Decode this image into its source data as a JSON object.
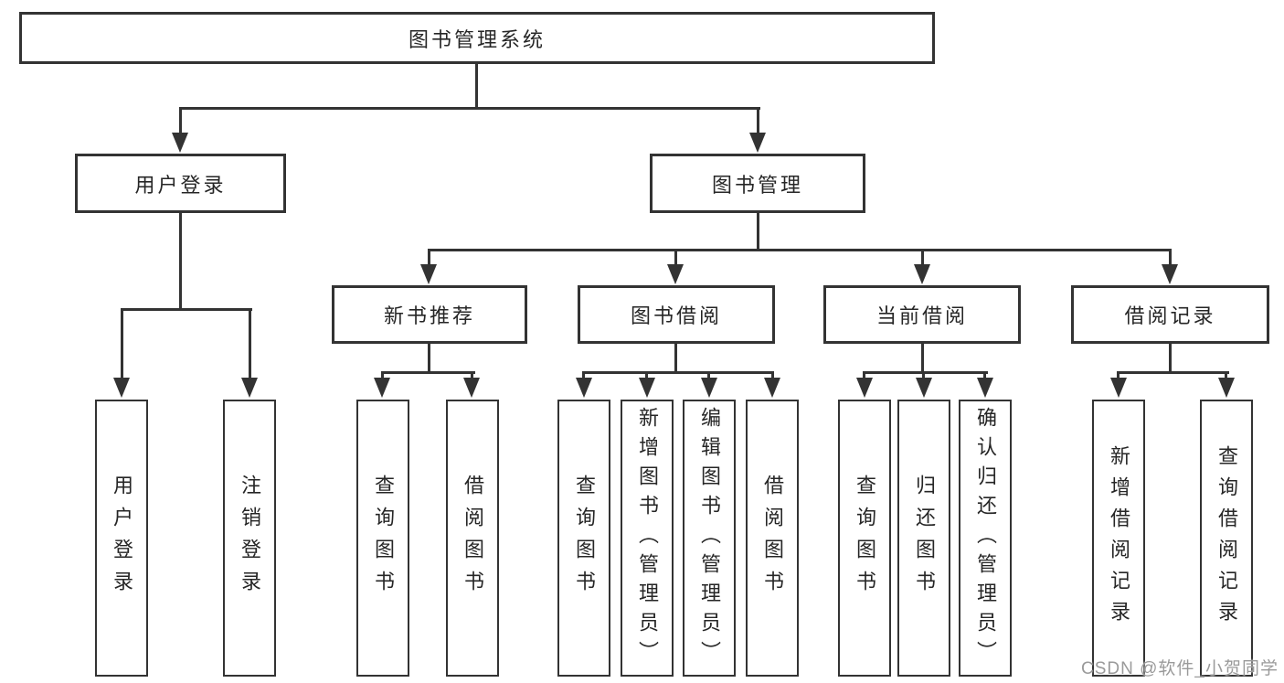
{
  "diagram": {
    "title": "图书管理系统",
    "level2": {
      "user_login": "用户登录",
      "book_management": "图书管理"
    },
    "level3": {
      "new_book_recommend": "新书推荐",
      "book_borrow": "图书借阅",
      "current_borrow": "当前借阅",
      "borrow_records": "借阅记录"
    },
    "leaves": {
      "user_login": [
        "用户登录",
        "注销登录"
      ],
      "new_book_recommend": [
        "查询图书",
        "借阅图书"
      ],
      "book_borrow": [
        "查询图书",
        "新增图书（管理员）",
        "编辑图书（管理员）",
        "借阅图书"
      ],
      "current_borrow": [
        "查询图书",
        "归还图书",
        "确认归还（管理员）"
      ],
      "borrow_records": [
        "新增借阅记录",
        "查询借阅记录"
      ]
    },
    "line_color": "#333333",
    "box_fill": "#ffffff"
  },
  "watermark": {
    "text": "CSDN @软件_小贺同学",
    "color": "#9a9a9a"
  }
}
